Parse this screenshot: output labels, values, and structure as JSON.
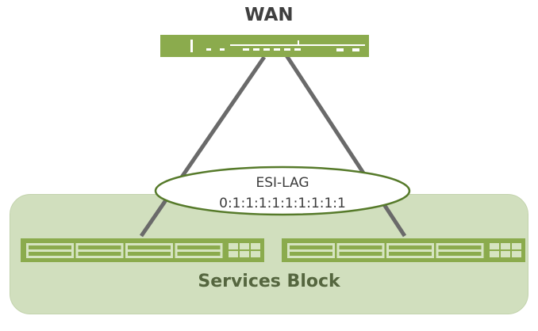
{
  "diagram": {
    "wan": {
      "label": "WAN",
      "device": "wan-router"
    },
    "lag": {
      "title": "ESI-LAG",
      "esi": "0:1:1:1:1:1:1:1:1:1"
    },
    "services_block": {
      "label": "Services Block",
      "switches": [
        {
          "name": "switch-left",
          "port_groups": 4,
          "small_ports": 6
        },
        {
          "name": "switch-right",
          "port_groups": 4,
          "small_ports": 6
        }
      ]
    },
    "links": [
      {
        "from": "wan-router",
        "to": "switch-left"
      },
      {
        "from": "wan-router",
        "to": "switch-right"
      }
    ],
    "colors": {
      "device_green": "#8bab4d",
      "device_light": "#d6e4c1",
      "block_fill": "#d1dfbe",
      "link_gray": "#6a6a6a",
      "lag_border": "#567a2a",
      "label_dark": "#3f3f3f",
      "block_label": "#55663f"
    }
  }
}
